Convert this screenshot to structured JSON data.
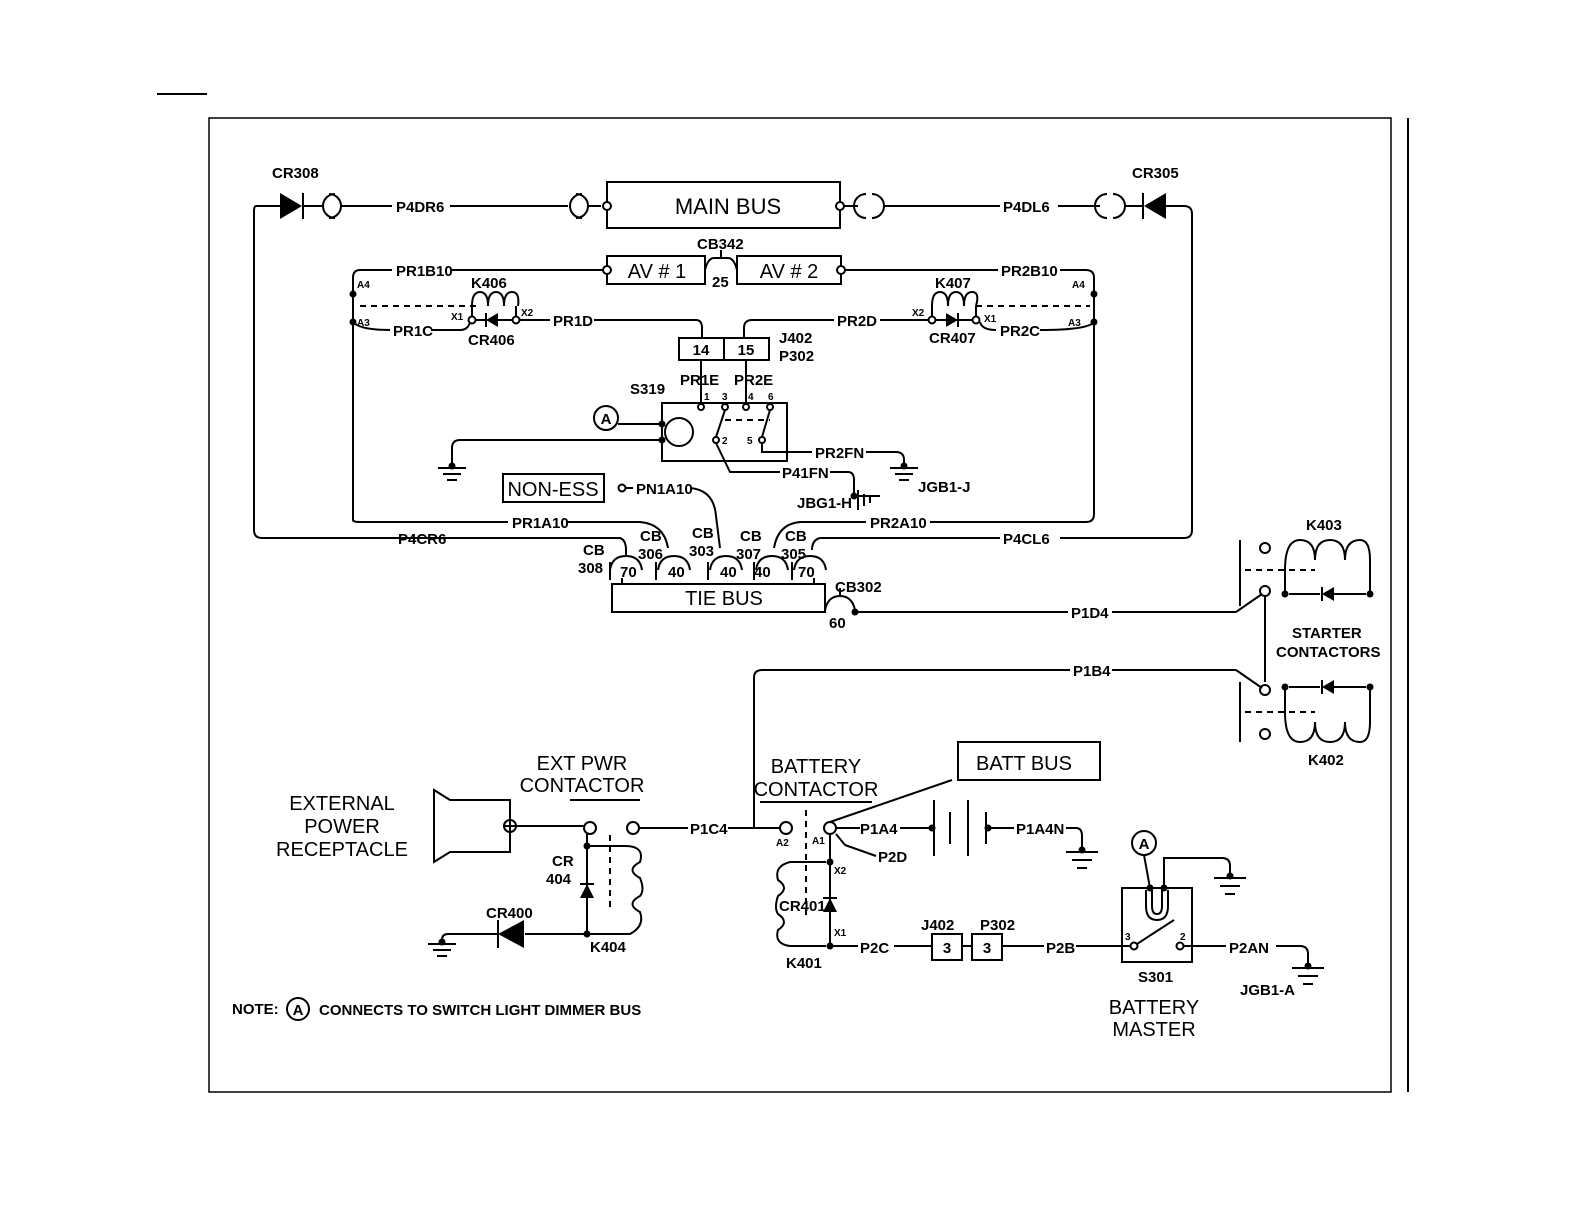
{
  "labels": {
    "cr308": "CR308",
    "cr305": "CR305",
    "main_bus": "MAIN BUS",
    "p4dr6": "P4DR6",
    "p4dl6": "P4DL6",
    "cb342": "CB342",
    "cb342_rating": "25",
    "av1": "AV # 1",
    "av2": "AV # 2",
    "pr1b10": "PR1B10",
    "pr2b10": "PR2B10",
    "k406": "K406",
    "k407": "K407",
    "a4_left": "A4",
    "a4_right": "A4",
    "a3_left": "A3",
    "a3_right": "A3",
    "x1_k406": "X1",
    "x2_k406": "X2",
    "x2_k407": "X2",
    "x1_k407": "X1",
    "pr1c": "PR1C",
    "pr2c": "PR2C",
    "cr406": "CR406",
    "cr407": "CR407",
    "pr1d": "PR1D",
    "pr2d": "PR2D",
    "pin14": "14",
    "pin15": "15",
    "j402_top": "J402",
    "p302_top": "P302",
    "pr1e": "PR1E",
    "pr2e": "PR2E",
    "s319": "S319",
    "s319_pin1": "1",
    "s319_pin2": "2",
    "s319_pin3": "3",
    "s319_pin4": "4",
    "s319_pin5": "5",
    "s319_pin6": "6",
    "a_marker_1": "A",
    "pr2fn": "PR2FN",
    "p41fn": "P41FN",
    "jbg1h": "JBG1-H",
    "jgb1j": "JGB1-J",
    "non_ess": "NON-ESS",
    "pn1a10": "PN1A10",
    "pr1a10": "PR1A10",
    "pr2a10": "PR2A10",
    "p4cr6": "P4CR6",
    "p4cl6": "P4CL6",
    "cb_1": "CB",
    "cb308": "308",
    "cb308_rating": "70",
    "cb_2": "CB",
    "cb306": "306",
    "cb306_rating": "40",
    "cb_3": "CB",
    "cb303": "303",
    "cb303_rating": "40",
    "cb_4": "CB",
    "cb307": "307",
    "cb307_rating": "40",
    "cb_5": "CB",
    "cb305": "305",
    "cb305_rating": "70",
    "tie_bus": "TIE BUS",
    "cb302": "CB302",
    "cb302_rating": "60",
    "p1d4": "P1D4",
    "p1b4": "P1B4",
    "k403": "K403",
    "k402": "K402",
    "starter_1": "STARTER",
    "starter_2": "CONTACTORS",
    "ext_pwr_1": "EXT PWR",
    "ext_pwr_2": "CONTACTOR",
    "ext_rec_1": "EXTERNAL",
    "ext_rec_2": "POWER",
    "ext_rec_3": "RECEPTACLE",
    "cr_404_1": "CR",
    "cr_404_2": "404",
    "cr400": "CR400",
    "k404": "K404",
    "p1c4": "P1C4",
    "batt_con_1": "BATTERY",
    "batt_con_2": "CONTACTOR",
    "a2": "A2",
    "a1": "A1",
    "batt_bus": "BATT BUS",
    "p1a4": "P1A4",
    "p1a4n": "P1A4N",
    "p2d": "P2D",
    "x2_k401": "X2",
    "x1_k401": "X1",
    "cr401": "CR401",
    "k401": "K401",
    "p2c": "P2C",
    "j402_bot": "J402",
    "p302_bot": "P302",
    "pin3a": "3",
    "pin3b": "3",
    "p2b": "P2B",
    "a_marker_2": "A",
    "s301_pin3": "3",
    "s301_pin2": "2",
    "s301": "S301",
    "p2an": "P2AN",
    "jgb1a": "JGB1-A",
    "batt_master_1": "BATTERY",
    "batt_master_2": "MASTER",
    "note_prefix": "NOTE:",
    "a_marker_note": "A",
    "note_text": "CONNECTS TO SWITCH LIGHT DIMMER BUS"
  }
}
